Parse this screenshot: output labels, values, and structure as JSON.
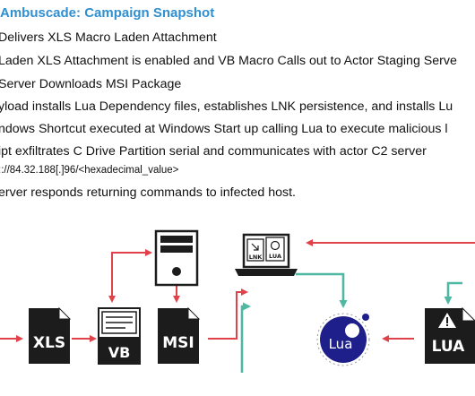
{
  "header": {
    "title": "Ambuscade: Campaign Snapshot"
  },
  "steps": [
    "Delivers XLS Macro Laden Attachment",
    "Laden XLS Attachment is enabled and VB Macro Calls out to Actor Staging Serve",
    " Server Downloads MSI Package",
    "yload installs Lua Dependency files, establishes LNK persistence, and installs Lu",
    "ndows Shortcut executed at Windows Start up calling Lua to execute malicious l",
    "ipt exfiltrates C Drive Partition serial and communicates with actor C2 server",
    ":://84.32.188[.]96/<hexadecimal_value>",
    "erver responds returning commands to infected host."
  ],
  "icons": {
    "xls": "XLS",
    "vb": "VB",
    "msi": "MSI",
    "lnk": "LNK",
    "lua_doc": "LUA",
    "lua_logo": "Lua",
    "lua_file": "LUA"
  },
  "colors": {
    "title": "#2f8fd0",
    "red_arrow": "#e0424a",
    "teal_arrow": "#4fb8a2",
    "icon_dark": "#1c1c1c",
    "lua_blue": "#1f1f8c"
  }
}
